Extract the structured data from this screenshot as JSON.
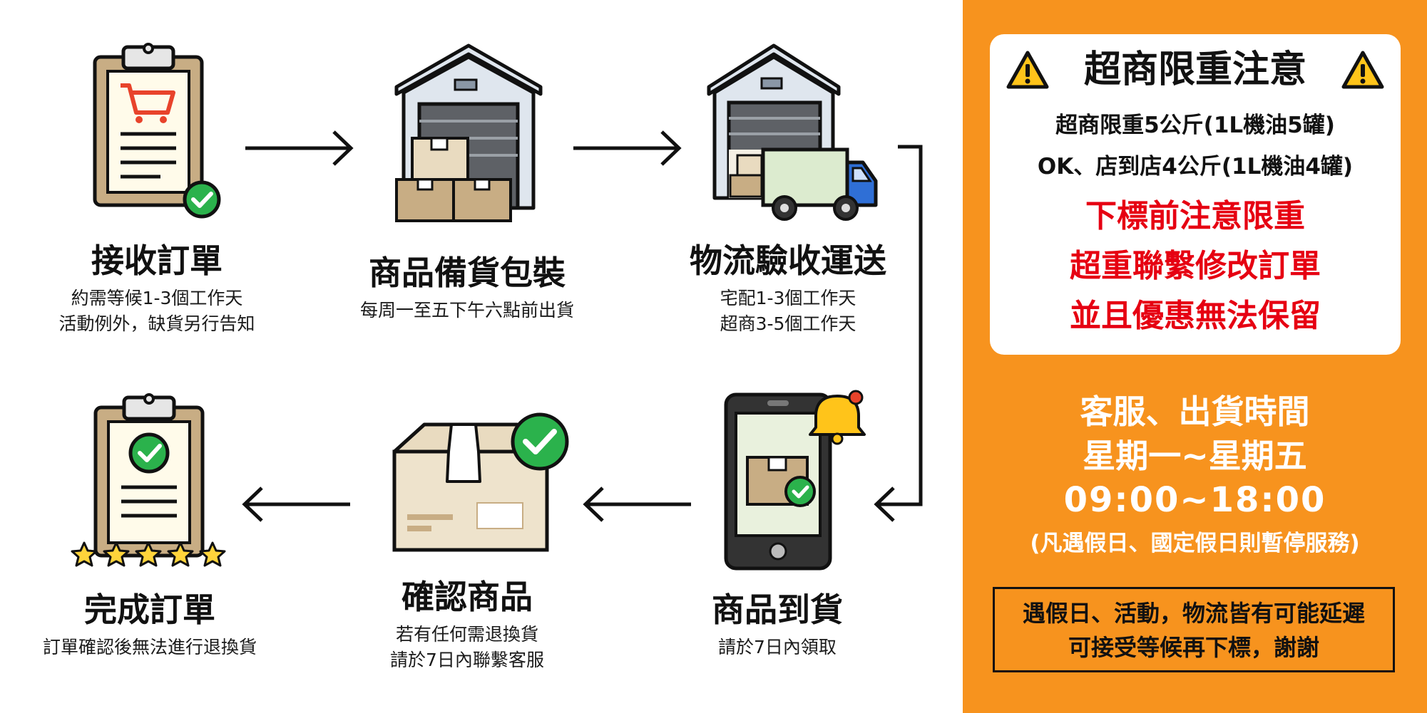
{
  "steps": {
    "receive": {
      "title": "接收訂單",
      "desc": [
        "約需等候1-3個工作天",
        "活動例外，缺貨另行告知"
      ]
    },
    "pack": {
      "title": "商品備貨包裝",
      "desc": [
        "每周一至五下午六點前出貨"
      ]
    },
    "ship": {
      "title": "物流驗收運送",
      "desc": [
        "宅配1-3個工作天",
        "超商3-5個工作天"
      ]
    },
    "arrive": {
      "title": "商品到貨",
      "desc": [
        "請於7日內領取"
      ]
    },
    "confirm": {
      "title": "確認商品",
      "desc": [
        "若有任何需退換貨",
        "請於7日內聯繫客服"
      ]
    },
    "complete": {
      "title": "完成訂單",
      "desc": [
        "訂單確認後無法進行退換貨"
      ]
    }
  },
  "notice": {
    "title": "超商限重注意",
    "lines": [
      "超商限重5公斤(1L機油5罐)",
      "OK、店到店4公斤(1L機油4罐)"
    ],
    "red_lines": [
      "下標前注意限重",
      "超重聯繫修改訂單",
      "並且優惠無法保留"
    ]
  },
  "hours": {
    "title": "客服、出貨時間",
    "days": "星期一~星期五",
    "time": "09:00~18:00",
    "note": "(凡遇假日、國定假日則暫停服務)"
  },
  "delay": {
    "lines": [
      "遇假日、活動，物流皆有可能延遲",
      "可接受等候再下標，謝謝"
    ]
  },
  "colors": {
    "panel": "#f7931e",
    "red": "#e60012",
    "check_green": "#2bb24c",
    "cart_red": "#e8432b",
    "star_yellow": "#ffd43b"
  }
}
